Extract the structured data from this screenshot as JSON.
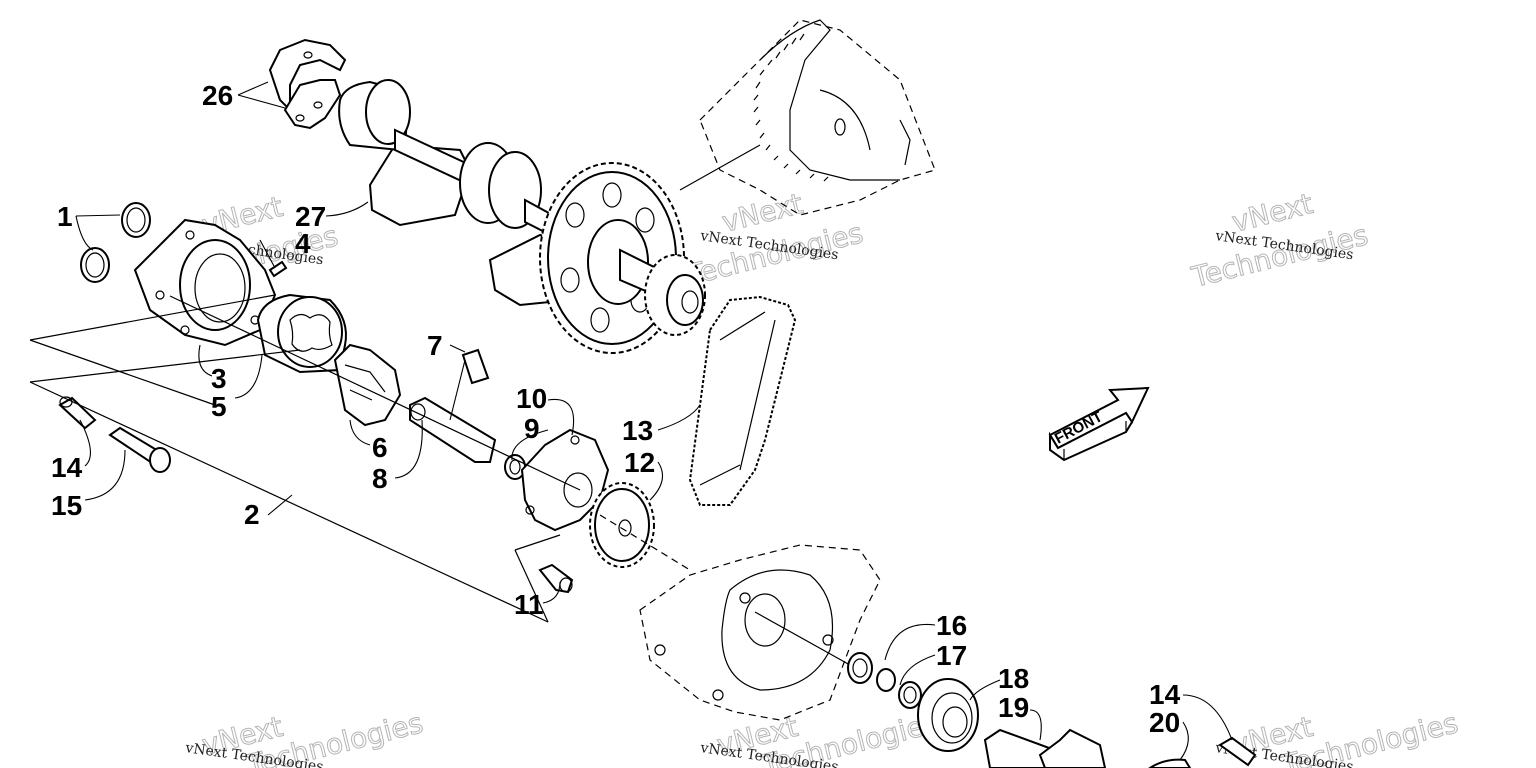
{
  "callouts": {
    "c1": "1",
    "c2": "2",
    "c3": "3",
    "c4": "4",
    "c5": "5",
    "c6": "6",
    "c7": "7",
    "c8": "8",
    "c9": "9",
    "c10": "10",
    "c11": "11",
    "c12": "12",
    "c13": "13",
    "c14a": "14",
    "c15": "15",
    "c16": "16",
    "c17": "17",
    "c18": "18",
    "c19": "19",
    "c14b": "14",
    "c20": "20",
    "c26": "26",
    "c27": "27"
  },
  "front_label": "FRONT",
  "watermark": {
    "line1": "vNext Technologies",
    "big_top": "vNext",
    "big_bottom": "Technologies"
  }
}
